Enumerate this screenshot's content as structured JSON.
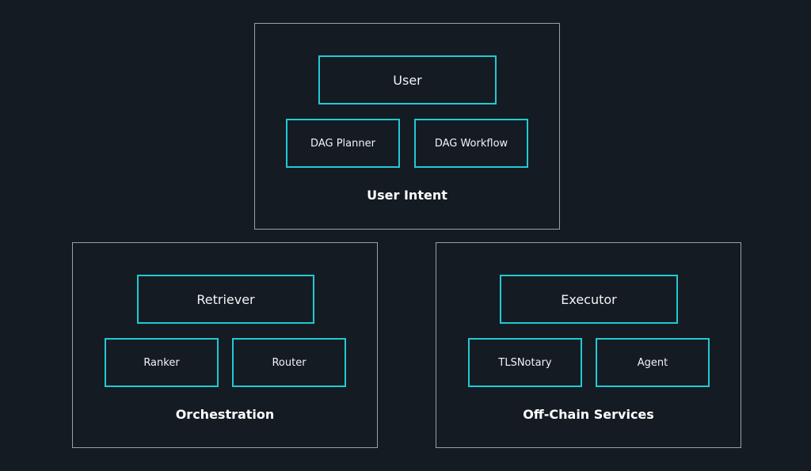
{
  "colors": {
    "background": "#141b23",
    "group_border": "#9aa1a8",
    "node_border": "#22c9d4",
    "text": "#ffffff"
  },
  "groups": {
    "user_intent": {
      "label": "User Intent",
      "main": "User",
      "left": "DAG Planner",
      "right": "DAG Workflow"
    },
    "orchestration": {
      "label": "Orchestration",
      "main": "Retriever",
      "left": "Ranker",
      "right": "Router"
    },
    "off_chain": {
      "label": "Off-Chain Services",
      "main": "Executor",
      "left": "TLSNotary",
      "right": "Agent"
    }
  }
}
